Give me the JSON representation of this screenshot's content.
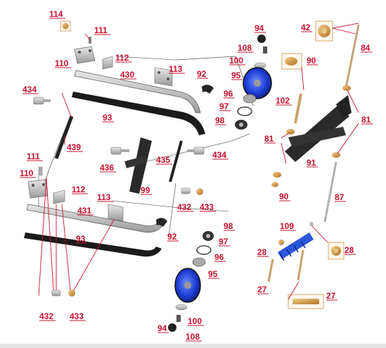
{
  "callouts": [
    "114",
    "111",
    "110",
    "112",
    "430",
    "113",
    "92",
    "434",
    "93",
    "439",
    "111",
    "110",
    "112",
    "113",
    "431",
    "93",
    "432",
    "433",
    "436",
    "99",
    "435",
    "434",
    "432",
    "433",
    "92",
    "94",
    "108",
    "100",
    "95",
    "96",
    "97",
    "98",
    "98",
    "97",
    "96",
    "95",
    "100",
    "94",
    "108",
    "42",
    "90",
    "84",
    "102",
    "81",
    "81",
    "91",
    "90",
    "87",
    "109",
    "28",
    "28",
    "27",
    "27"
  ],
  "colors": {
    "label": "#c8102e",
    "rail": "#1b1b1b",
    "wheel": "#1f3fd6",
    "brass": "#c9893a"
  }
}
